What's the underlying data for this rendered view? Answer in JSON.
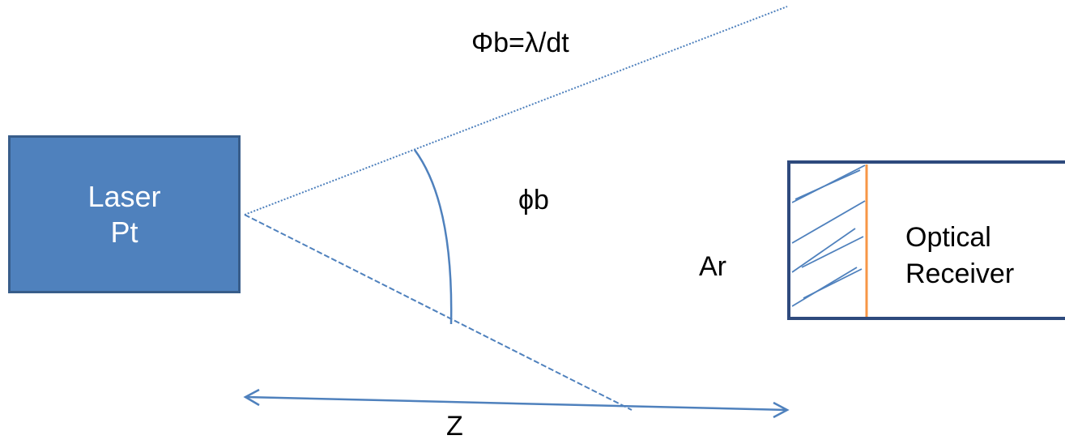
{
  "labels": {
    "formula": "Φb=λ/dt",
    "angle": "ϕb",
    "aperture": "Ar",
    "distance": "Z"
  },
  "laser": {
    "line1": "Laser",
    "line2": "Pt"
  },
  "receiver": {
    "line1": "Optical",
    "line2": "Receiver"
  },
  "colors": {
    "laser_fill": "#4f81bd",
    "laser_border": "#385d8a",
    "receiver_border": "#2e4a7d",
    "beam_line": "#4f81bd",
    "detector_line": "#f79646",
    "background": "#ffffff"
  }
}
